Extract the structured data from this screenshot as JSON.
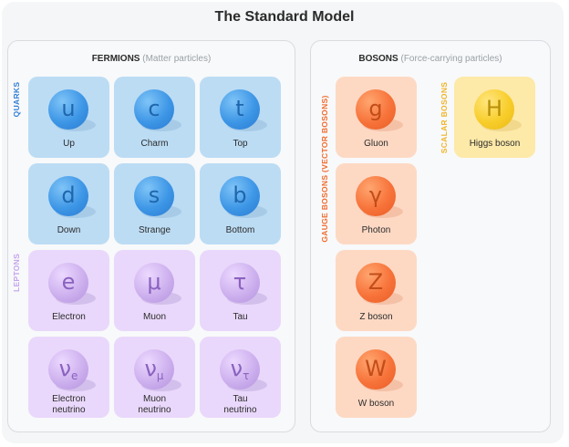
{
  "title": "The Standard Model",
  "fermions": {
    "title": "FERMIONS",
    "subtitle": "(Matter particles)",
    "quarks_label": "QUARKS",
    "leptons_label": "LEPTONS",
    "quarks": [
      {
        "symbol": "u",
        "name": "Up"
      },
      {
        "symbol": "c",
        "name": "Charm"
      },
      {
        "symbol": "t",
        "name": "Top"
      },
      {
        "symbol": "d",
        "name": "Down"
      },
      {
        "symbol": "s",
        "name": "Strange"
      },
      {
        "symbol": "b",
        "name": "Bottom"
      }
    ],
    "leptons": [
      {
        "symbol": "e",
        "name": "Electron"
      },
      {
        "symbol": "μ",
        "name": "Muon"
      },
      {
        "symbol": "τ",
        "name": "Tau"
      },
      {
        "symbol": "ν",
        "sub": "e",
        "name_line1": "Electron",
        "name_line2": "neutrino"
      },
      {
        "symbol": "ν",
        "sub": "μ",
        "name_line1": "Muon",
        "name_line2": "neutrino"
      },
      {
        "symbol": "ν",
        "sub": "τ",
        "name_line1": "Tau",
        "name_line2": "neutrino"
      }
    ]
  },
  "bosons": {
    "title": "BOSONS",
    "subtitle": "(Force-carrying particles)",
    "gauge_label": "GAUGE BOSONS (VECTOR BOSONS)",
    "scalar_label": "SCALAR BOSONS",
    "gauge": [
      {
        "symbol": "g",
        "name": "Gluon"
      },
      {
        "symbol": "γ",
        "name": "Photon"
      },
      {
        "symbol": "Z",
        "name": "Z boson"
      },
      {
        "symbol": "W",
        "name": "W boson"
      }
    ],
    "scalar": [
      {
        "symbol": "H",
        "name": "Higgs boson"
      }
    ]
  },
  "colors": {
    "quark_card": "#bcdcf4",
    "lepton_card": "#e9d8fb",
    "gauge_card": "#fdd9c4",
    "scalar_card": "#fde9a8",
    "quark_accent": "#2f7fd8",
    "lepton_accent": "#c4a3ee",
    "gauge_accent": "#f06a2e",
    "scalar_accent": "#f0b428"
  }
}
